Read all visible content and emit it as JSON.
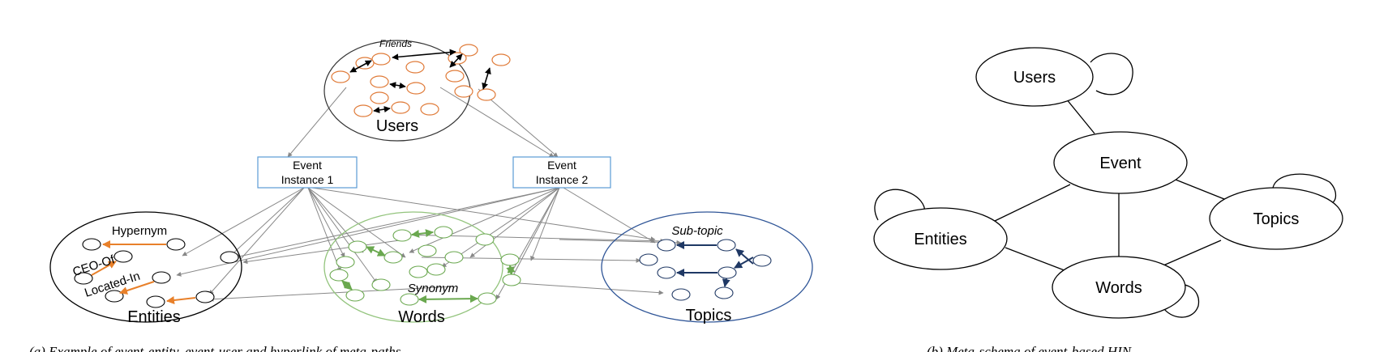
{
  "panel_a": {
    "users": {
      "label": "Users",
      "relation": "Friends"
    },
    "event_instance_1": {
      "line1": "Event",
      "line2": "Instance 1"
    },
    "event_instance_2": {
      "line1": "Event",
      "line2": "Instance 2"
    },
    "entities": {
      "label": "Entities",
      "relations": [
        "Hypernym",
        "CEO-Of",
        "Located-In"
      ]
    },
    "words": {
      "label": "Words",
      "relation": "Synonym"
    },
    "topics": {
      "label": "Topics",
      "relation": "Sub-topic"
    },
    "caption": "(a) Example of event-entity, event-user and hyperlink of meta-paths..."
  },
  "panel_b": {
    "nodes": {
      "users": "Users",
      "event": "Event",
      "entities": "Entities",
      "topics": "Topics",
      "words": "Words"
    },
    "caption": "(b) Meta-schema of event-based HIN"
  },
  "colors": {
    "users_node": "#e07b39",
    "entity_arrow": "#e8802a",
    "words_node": "#6aa84f",
    "words_circle": "#93c47d",
    "topics_node": "#1f3864",
    "topics_circle": "#2f5597",
    "event_box": "#5b9bd5",
    "edge_gray": "#888888"
  }
}
